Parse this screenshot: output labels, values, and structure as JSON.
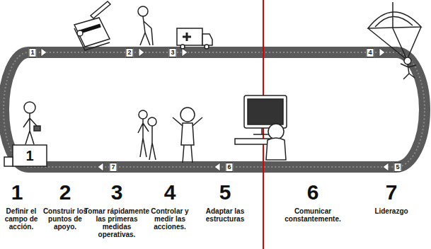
{
  "diagram": {
    "labels": [
      "1",
      "2",
      "3",
      "4",
      "5",
      "6",
      "7",
      "1",
      "1",
      "2",
      "3",
      "4",
      "5",
      "6",
      "7",
      "Definir el campo de acción.",
      "Construir los puntos de apoyo.",
      "Tomar rápidamente las primeras medidas operativas.",
      "Controlar y medir las acciones.",
      "Adaptar las estructuras",
      "Comunicar constantemente.",
      "Liderazgo"
    ]
  }
}
